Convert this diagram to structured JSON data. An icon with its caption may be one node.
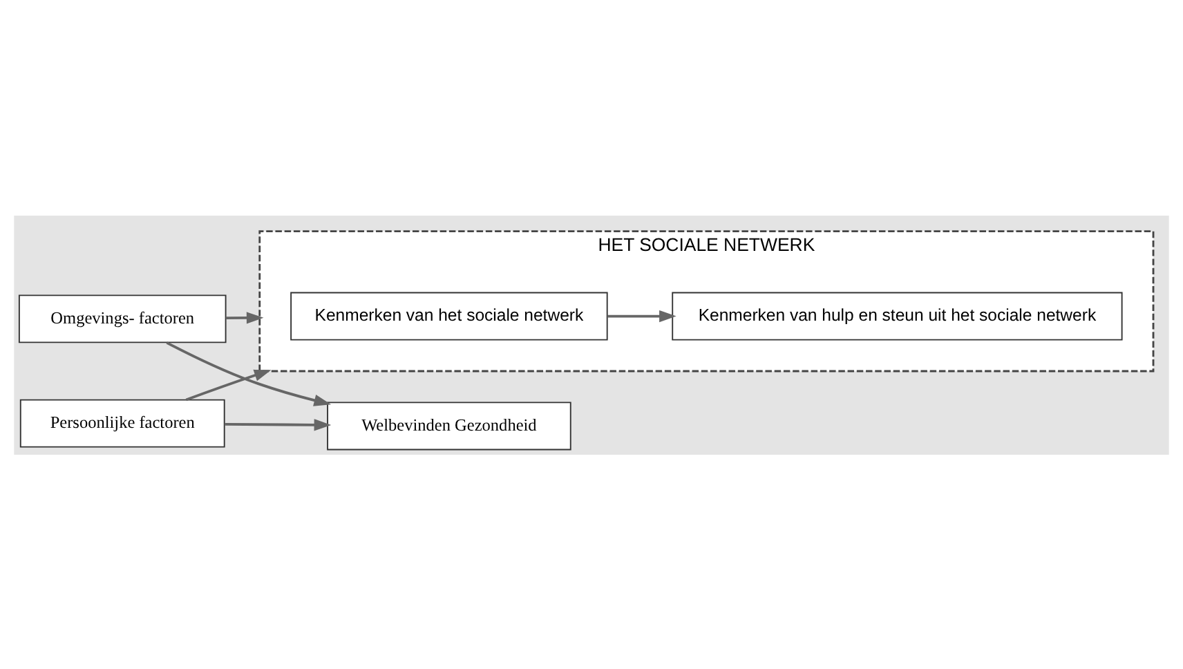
{
  "diagram": {
    "nodes": [
      {
        "text": [
          "Omgevings- factoren"
        ]
      },
      {
        "text": [
          "Persoonlijke factoren"
        ]
      },
      {
        "text": [
          "HET SOCIALE NETWERK"
        ]
      },
      {
        "text": [
          "Kenmerken van het sociale netwerk"
        ],
        "in": 2
      },
      {
        "text": [
          "Kenmerken van hulp en steun uit het sociale netwerk"
        ],
        "in": 2
      },
      {
        "text": [
          "Welbevinden Gezondheid"
        ]
      }
    ],
    "edges": [
      {
        "from": 0,
        "to": 5,
        "arrow": "to"
      },
      {
        "from": 0,
        "to": 2,
        "arrow": "to"
      },
      {
        "from": 3,
        "to": 4,
        "arrow": "to"
      },
      {
        "from": 1,
        "to": 2,
        "arrow": "to"
      },
      {
        "from": 1,
        "to": 5,
        "arrow": "to"
      }
    ]
  }
}
